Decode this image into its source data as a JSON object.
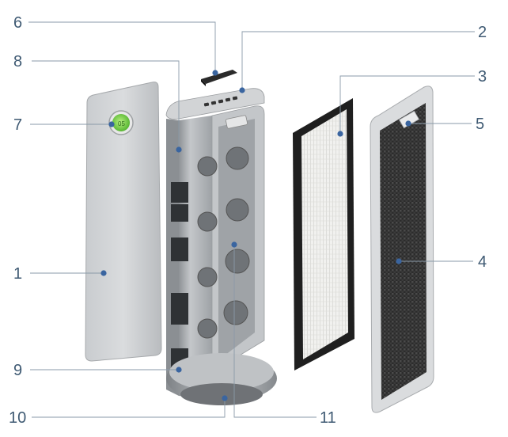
{
  "callouts": [
    {
      "id": "1",
      "text": "1"
    },
    {
      "id": "2",
      "text": "2"
    },
    {
      "id": "3",
      "text": "3"
    },
    {
      "id": "4",
      "text": "4"
    },
    {
      "id": "5",
      "text": "5"
    },
    {
      "id": "6",
      "text": "6"
    },
    {
      "id": "7",
      "text": "7"
    },
    {
      "id": "8",
      "text": "8"
    },
    {
      "id": "9",
      "text": "9"
    },
    {
      "id": "10",
      "text": "10"
    },
    {
      "id": "11",
      "text": "11"
    }
  ],
  "colors": {
    "label": "#3f5a73",
    "dot": "#3a65a0",
    "leader": "#8a9aa8",
    "display_green": "#7ed84a"
  }
}
